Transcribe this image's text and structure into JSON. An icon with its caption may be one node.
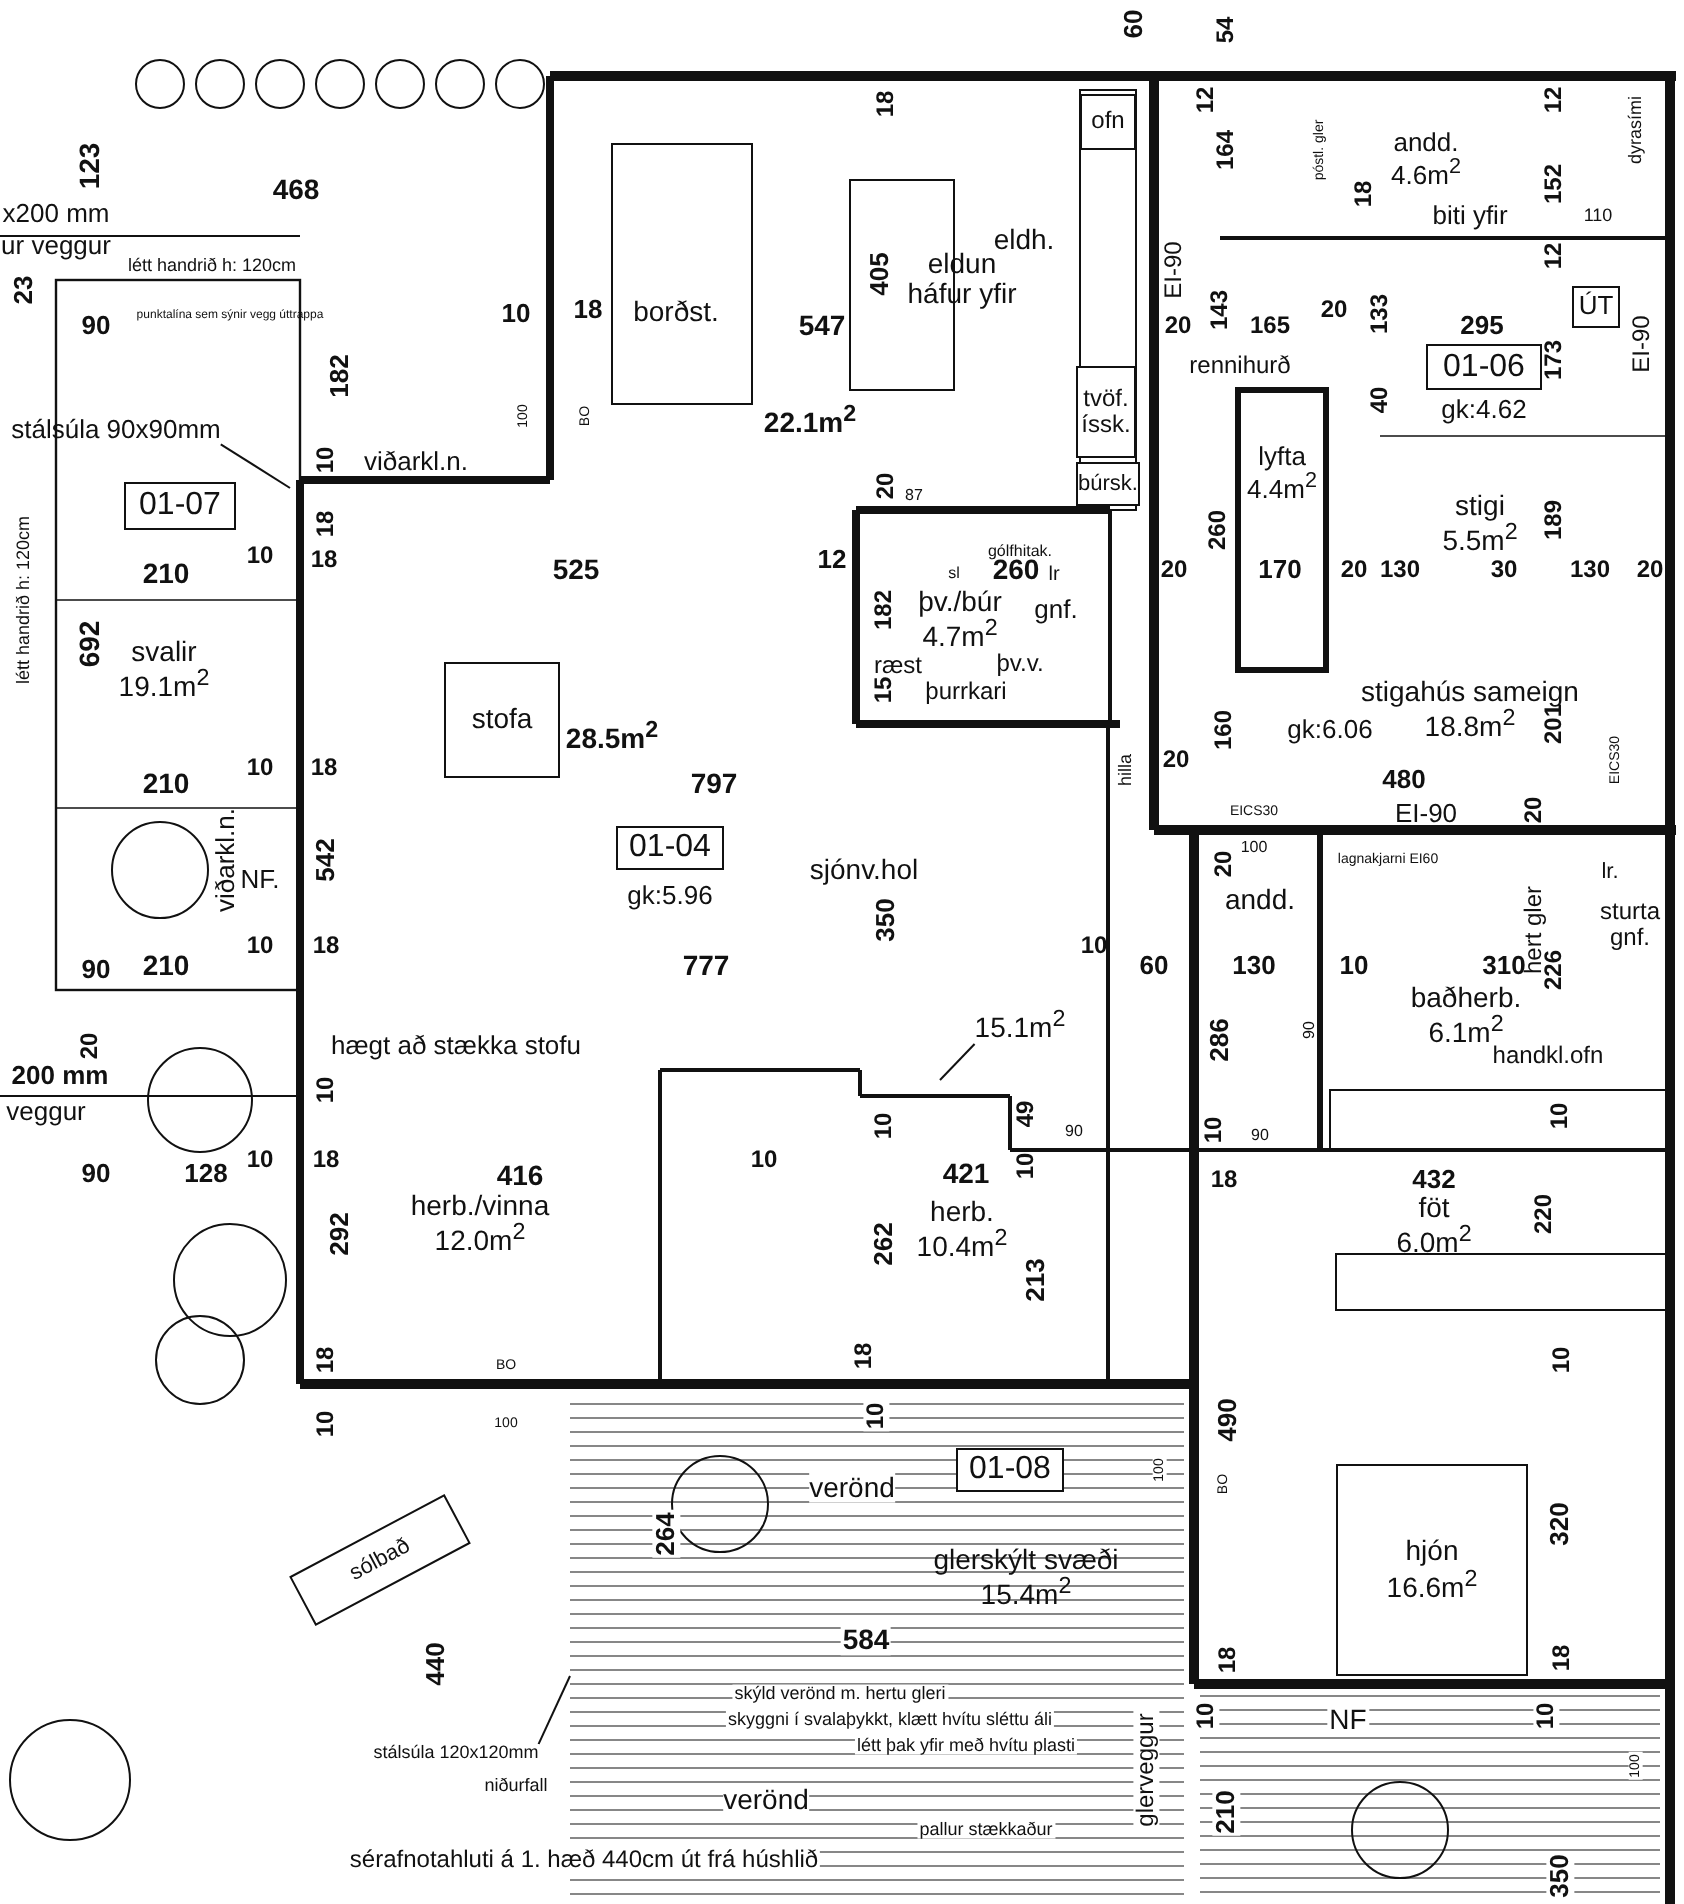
{
  "diagram": {
    "nodes": [
      {
        "text": [
          "01-07"
        ]
      },
      {
        "text": [
          "svalir",
          "19.1m$^{2}$"
        ]
      },
      {
        "text": [
          "stálsúla 90x90mm"
        ]
      },
      {
        "text": [
          "borðst."
        ]
      },
      {
        "text": [
          "eldun háfur yfir"
        ]
      },
      {
        "text": [
          "eldh."
        ]
      },
      {
        "text": [
          "ofn"
        ]
      },
      {
        "text": [
          "tvöf. íssk."
        ]
      },
      {
        "text": [
          "búrsk."
        ]
      },
      {
        "text": [
          "stofa"
        ]
      },
      {
        "text": [
          "01-04"
        ],
        "beside": [
          "gk:5.96"
        ]
      },
      {
        "text": [
          "sjónv.hol"
        ]
      },
      {
        "text": [
          "15.1m$^{2}$"
        ]
      },
      {
        "text": [
          "þv./búr",
          "4.7m$^{2}$"
        ]
      },
      {
        "text": [
          "lyfta",
          "4.4m$^{2}$"
        ]
      },
      {
        "text": [
          "stigi",
          "5.5m$^{2}$"
        ]
      },
      {
        "text": [
          "andd.",
          "4.6m$^{2}$"
        ]
      },
      {
        "text": [
          "01-06"
        ],
        "beside": [
          "gk:4.62"
        ]
      },
      {
        "text": [
          "ÚT"
        ]
      },
      {
        "text": [
          "stigahús sameign",
          "18.8m$^{2}$"
        ]
      },
      {
        "text": [
          "andd."
        ]
      },
      {
        "text": [
          "baðherb.",
          "6.1m$^{2}$"
        ]
      },
      {
        "text": [
          "föt",
          "6.0m$^{2}$"
        ]
      },
      {
        "text": [
          "hjón",
          "16.6m$^{2}$"
        ]
      },
      {
        "text": [
          "herb./vinna",
          "12.0m$^{2}$"
        ]
      },
      {
        "text": [
          "herb.",
          "10.4m$^{2}$"
        ]
      },
      {
        "text": [
          "01-08"
        ]
      },
      {
        "text": [
          "verönd"
        ]
      },
      {
        "text": [
          "glerskýlt svæði",
          "15.4m$^{2}$"
        ]
      },
      {
        "text": [
          "sólbað"
        ]
      },
      {
        "text": [
          "stálsúla 120x120mm"
        ]
      },
      {
        "text": [
          "verönd"
        ]
      }
    ],
    "edges": [
      {
        "from": 2,
        "to": null,
        "arrow": "none"
      },
      {
        "from": 12,
        "to": null,
        "arrow": "none"
      },
      {
        "from": 30,
        "to": null,
        "arrow": "none"
      }
    ],
    "labels": [
      "123",
      "468",
      "x200 mm",
      "ur veggur",
      "létt handrið h: 120cm",
      "23",
      "90",
      "punktalína sem sýnir vegg úttrappa",
      "182",
      "10",
      "18",
      "100",
      "10",
      "viðarkl.n.",
      "18",
      "10",
      "18",
      "210",
      "692",
      "létt handrið h: 120cm",
      "210",
      "10",
      "18",
      "viðarkl.n.",
      "NF.",
      "542",
      "10",
      "18",
      "525",
      "60",
      "18",
      "BO",
      "547",
      "405",
      "22.1m$^{2}$",
      "20",
      "87",
      "12",
      "gólfhitak.",
      "sl",
      "260",
      "lr",
      "182",
      "gnf.",
      "ræst",
      "þv.v.",
      "15",
      "þurrkari",
      "28.5m$^{2}$",
      "797",
      "hilla",
      "350",
      "10",
      "54",
      "12",
      "164",
      "póstl. gler",
      "18",
      "biti yfir",
      "152",
      "12",
      "110",
      "dyrasími",
      "12",
      "EI-90",
      "20",
      "143",
      "165",
      "20",
      "133",
      "295",
      "173",
      "EI-90",
      "rennihurð",
      "40",
      "260",
      "189",
      "20",
      "170",
      "20",
      "130",
      "30",
      "130",
      "20",
      "160",
      "gk:6.06",
      "201",
      "20",
      "EICS30",
      "480",
      "EICS30",
      "EI-90",
      "20",
      "100",
      "lagnakjarni EI60",
      "lr.",
      "sturta gnf.",
      "hert gler",
      "226",
      "20",
      "60",
      "130",
      "10",
      "310",
      "286",
      "90",
      "handkl.ofn",
      "10",
      "90",
      "10",
      "18",
      "432",
      "220",
      "10",
      "490",
      "BO",
      "100",
      "320",
      "18",
      "18",
      "10",
      "NF",
      "10",
      "210",
      "glerveggur",
      "350",
      "100",
      "90",
      "210",
      "20",
      "200 mm",
      "veggur",
      "90",
      "128",
      "10",
      "18",
      "10",
      "hægt að stækka stofu",
      "416",
      "292",
      "18",
      "BO",
      "10",
      "100",
      "440",
      "niðurfall",
      "777",
      "10",
      "49",
      "90",
      "10",
      "421",
      "10",
      "262",
      "213",
      "18",
      "10",
      "264",
      "584",
      "skýld verönd m. hertu gleri",
      "skyggni í svalaþykkt, klætt hvítu sléttu áli",
      "létt þak yfir með hvítu plasti",
      "pallur stækkaður",
      "sérafnotahluti á 1. hæð 440cm út frá húshlið"
    ]
  }
}
